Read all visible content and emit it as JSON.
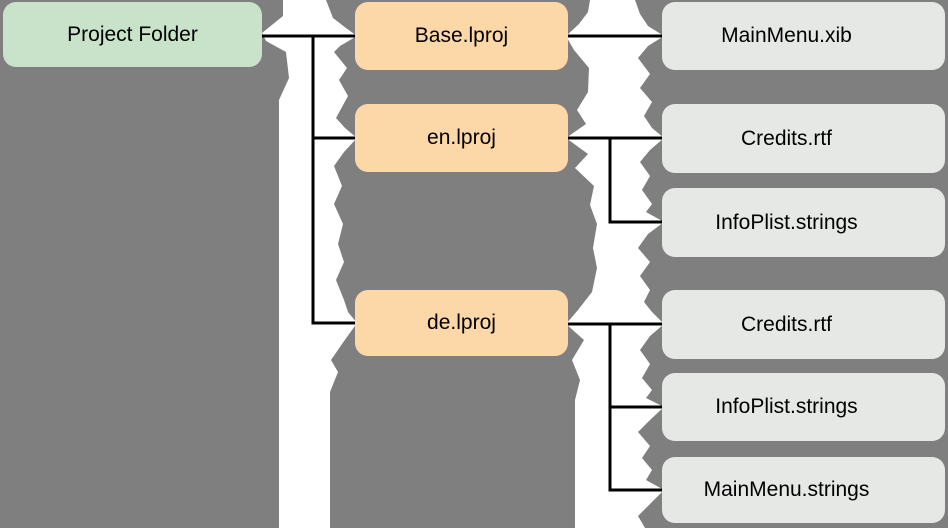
{
  "diagram": {
    "type": "tree",
    "root": {
      "label": "Project Folder"
    },
    "folders": [
      {
        "label": "Base.lproj",
        "parent": "Project Folder"
      },
      {
        "label": "en.lproj",
        "parent": "Project Folder"
      },
      {
        "label": "de.lproj",
        "parent": "Project Folder"
      }
    ],
    "files": [
      {
        "label": "MainMenu.xib",
        "parent": "Base.lproj"
      },
      {
        "label": "Credits.rtf",
        "parent": "en.lproj"
      },
      {
        "label": "InfoPlist.strings",
        "parent": "en.lproj"
      },
      {
        "label": "Credits.rtf",
        "parent": "de.lproj"
      },
      {
        "label": "InfoPlist.strings",
        "parent": "de.lproj"
      },
      {
        "label": "MainMenu.strings",
        "parent": "de.lproj"
      }
    ],
    "colors": {
      "panel_gray": "#7f7f7f",
      "torn_gap": "#ffffff",
      "root_fill": "#c9e3ca",
      "folder_fill": "#fcd8a8",
      "file_fill": "#e6e8e6",
      "connector_line": "#000000",
      "text": "#000000"
    }
  }
}
